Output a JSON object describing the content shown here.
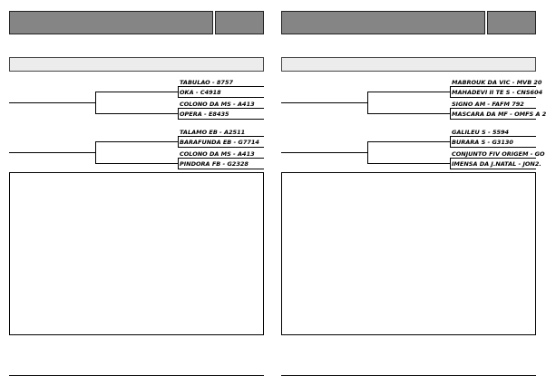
{
  "pages": [
    {
      "pedigree": {
        "group1": [
          {
            "name": "TABULAO - 8757"
          },
          {
            "name": "OKA - C4918"
          },
          {
            "name": "COLONO DA MS - A413"
          },
          {
            "name": "OPERA - E8435"
          }
        ],
        "group2": [
          {
            "name": "TALAMO EB - A2511"
          },
          {
            "name": "BARAFUNDA EB - G7714"
          },
          {
            "name": "COLONO DA MS - A413"
          },
          {
            "name": "PINDORA FB - G2328"
          }
        ]
      }
    },
    {
      "pedigree": {
        "group1": [
          {
            "name": "MABROUK DA VIC - MVB 20"
          },
          {
            "name": "MAHADEVI II TE S - CNS604"
          },
          {
            "name": "SIGNO AM - FAFM 792"
          },
          {
            "name": "MASCARA DA MF - OMFS A 2"
          }
        ],
        "group2": [
          {
            "name": "GALILEU S - 5594"
          },
          {
            "name": "BURARA S - G3130"
          },
          {
            "name": "CONJUNTO FIV ORIGEM - GO"
          },
          {
            "name": "IMENSA DA J.NATAL - JON2."
          }
        ]
      }
    }
  ]
}
